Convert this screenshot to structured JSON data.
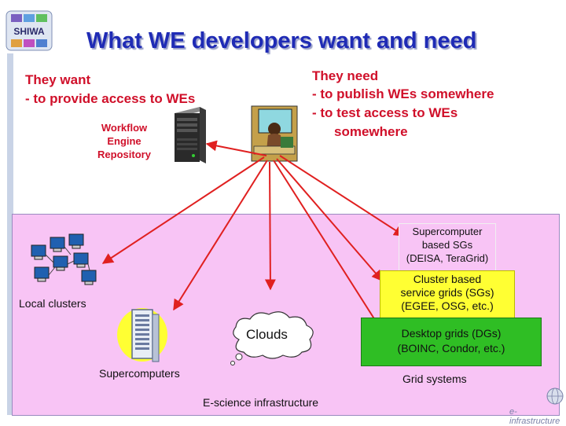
{
  "logo": {
    "text": "SHIWA"
  },
  "title": "What WE developers want and need",
  "want": {
    "heading": "They want",
    "line1": "- to provide access to WEs"
  },
  "need": {
    "heading": "They need",
    "line1": "- to publish  WEs somewhere",
    "line2": "- to test  access to WEs",
    "line3": "somewhere"
  },
  "repository": {
    "line1": "Workflow",
    "line2": "Engine",
    "line3": "Repository"
  },
  "infrastructure": {
    "supercomputer_sgs": {
      "line1": "Supercomputer",
      "line2": "based SGs",
      "line3": "(DEISA, TeraGrid)"
    },
    "cluster_sgs": {
      "line1": "Cluster based",
      "line2": "service grids (SGs)",
      "line3": "(EGEE, OSG, etc.)"
    },
    "desktop_grids": {
      "line1": "Desktop grids (DGs)",
      "line2": "(BOINC, Condor, etc.)"
    },
    "local_clusters": "Local clusters",
    "supercomputers": "Supercomputers",
    "clouds": "Clouds",
    "grid_systems": "Grid systems",
    "escience": "E-science infrastructure"
  },
  "footer": {
    "brand": "e-infrastructure"
  },
  "colors": {
    "title": "#1f2bb5",
    "red": "#d0102a",
    "infra_bg": "#f8c4f5",
    "cluster_bg": "#ffff33",
    "desktop_bg": "#2fbe24"
  }
}
